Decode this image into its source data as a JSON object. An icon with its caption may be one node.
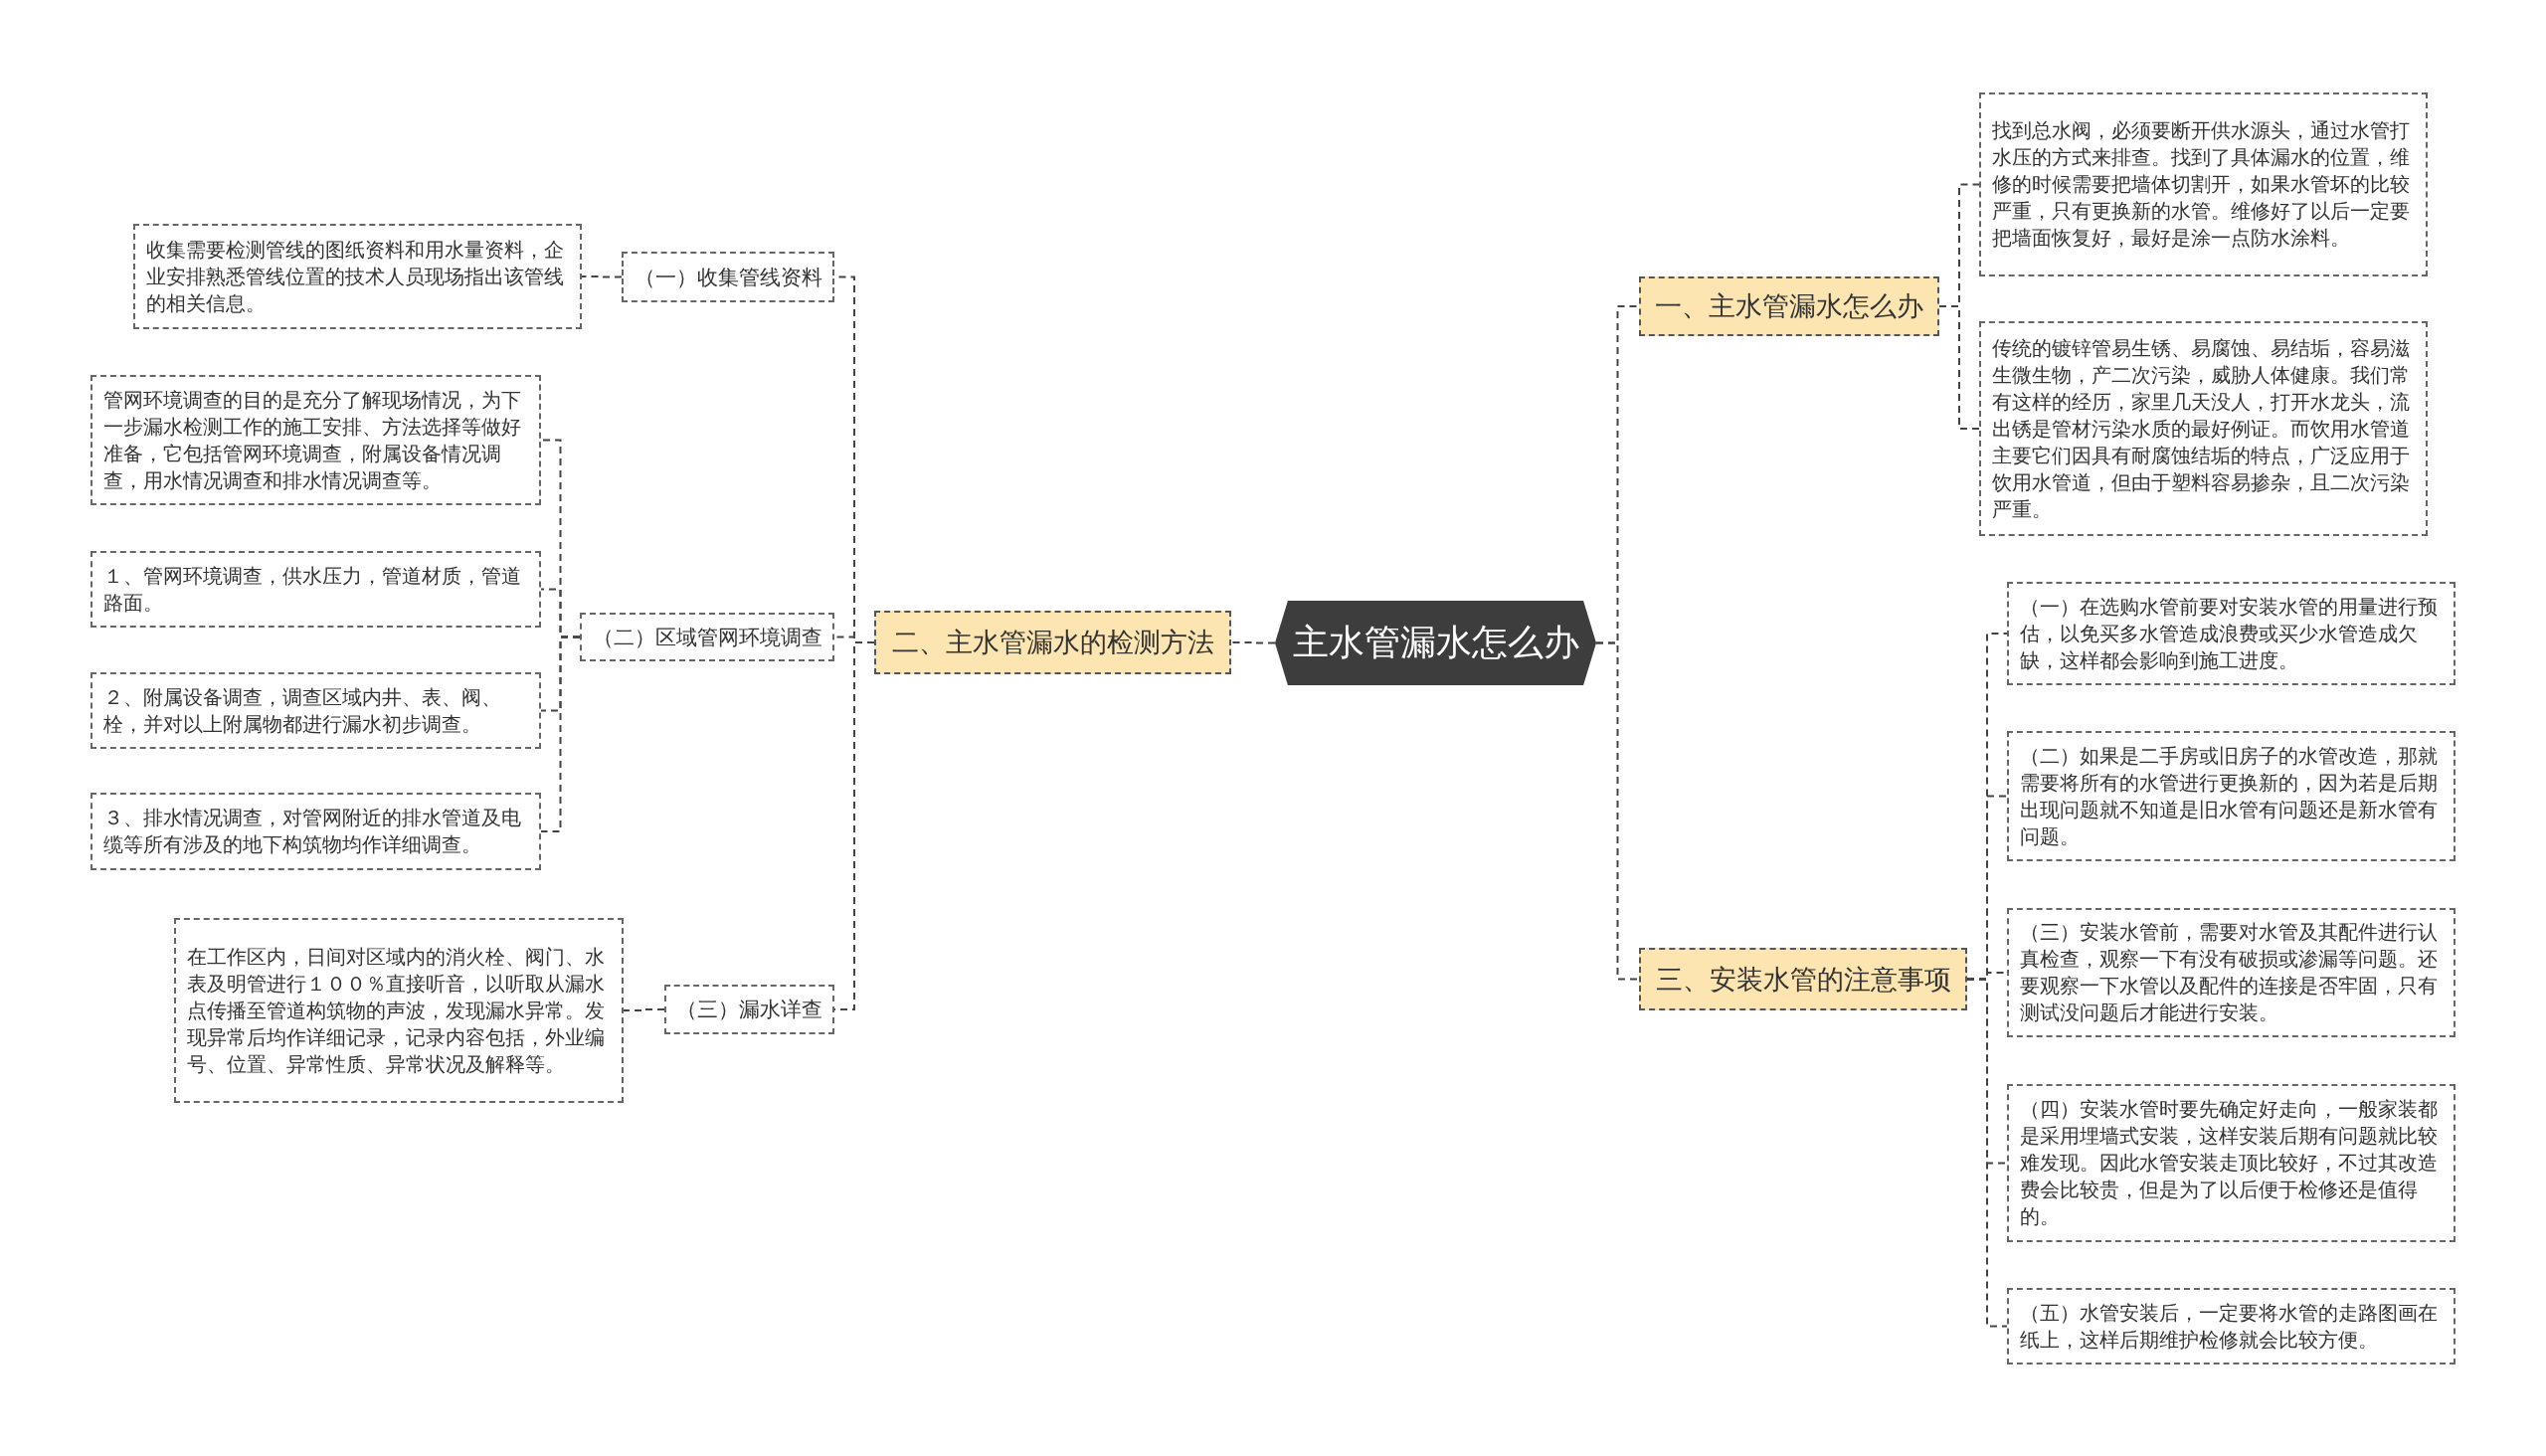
{
  "diagram": {
    "nodes": [
      {
        "text": [
          "主水管漏水怎么办"
        ]
      },
      {
        "text": [
          "一、主水管漏水怎么办"
        ]
      },
      {
        "text": [
          "找到总水阀，必须要断开供水源头，通过水管打水压的方式来排查。找到了具体漏水的位置，维修的时候需要把墙体切割开，如果水管坏的比较严重，只有更换新的水管。维修好了以后一定要把墙面恢复好，最好是涂一点防水涂料。"
        ]
      },
      {
        "text": [
          "传统的镀锌管易生锈、易腐蚀、易结垢，容易滋生微生物，产二次污染，威胁人体健康。我们常有这样的经历，家里几天没人，打开水龙头，流出锈是管材污染水质的最好例证。而饮用水管道主要它们因具有耐腐蚀结垢的特点，广泛应用于饮用水管道，但由于塑料容易掺杂，且二次污染严重。"
        ]
      },
      {
        "text": [
          "二、主水管漏水的检测方法"
        ]
      },
      {
        "text": [
          "（一）收集管线资料"
        ]
      },
      {
        "text": [
          "收集需要检测管线的图纸资料和用水量资料，企业安排熟悉管线位置的技术人员现场指出该管线的相关信息。"
        ]
      },
      {
        "text": [
          "（二）区域管网环境调查"
        ]
      },
      {
        "text": [
          "管网环境调查的目的是充分了解现场情况，为下一步漏水检测工作的施工安排、方法选择等做好准备，它包括管网环境调查，附属设备情况调查，用水情况调查和排水情况调查等。"
        ]
      },
      {
        "text": [
          "１、管网环境调查，供水压力，管道材质，管道路面。"
        ]
      },
      {
        "text": [
          "２、附属设备调查，调查区域内井、表、阀、栓，并对以上附属物都进行漏水初步调查。"
        ]
      },
      {
        "text": [
          "３、排水情况调查，对管网附近的排水管道及电缆等所有涉及的地下构筑物均作详细调查。"
        ]
      },
      {
        "text": [
          "（三）漏水详查"
        ]
      },
      {
        "text": [
          "在工作区内，日间对区域内的消火栓、阀门、水表及明管进行１００％直接听音，以听取从漏水点传播至管道构筑物的声波，发现漏水异常。发现异常后均作详细记录，记录内容包括，外业编号、位置、异常性质、异常状况及解释等。"
        ]
      },
      {
        "text": [
          "三、安装水管的注意事项"
        ]
      },
      {
        "text": [
          "（一）在选购水管前要对安装水管的用量进行预估，以免买多水管造成浪费或买少水管造成欠缺，这样都会影响到施工进度。"
        ]
      },
      {
        "text": [
          "（二）如果是二手房或旧房子的水管改造，那就需要将所有的水管进行更换新的，因为若是后期出现问题就不知道是旧水管有问题还是新水管有问题。"
        ]
      },
      {
        "text": [
          "（三）安装水管前，需要对水管及其配件进行认真检查，观察一下有没有破损或渗漏等问题。还要观察一下水管以及配件的连接是否牢固，只有测试没问题后才能进行安装。"
        ]
      },
      {
        "text": [
          "（四）安装水管时要先确定好走向，一般家装都是采用埋墙式安装，这样安装后期有问题就比较难发现。因此水管安装走顶比较好，不过其改造费会比较贵，但是为了以后便于检修还是值得的。"
        ]
      },
      {
        "text": [
          "（五）水管安装后，一定要将水管的走路图画在纸上，这样后期维护检修就会比较方便。"
        ]
      }
    ],
    "edges": [
      {
        "from": 0,
        "to": 1,
        "arrow": "none"
      },
      {
        "from": 0,
        "to": 4,
        "arrow": "none"
      },
      {
        "from": 0,
        "to": 14,
        "arrow": "none"
      },
      {
        "from": 1,
        "to": 2,
        "arrow": "none"
      },
      {
        "from": 1,
        "to": 3,
        "arrow": "none"
      },
      {
        "from": 4,
        "to": 5,
        "arrow": "none"
      },
      {
        "from": 4,
        "to": 7,
        "arrow": "none"
      },
      {
        "from": 4,
        "to": 12,
        "arrow": "none"
      },
      {
        "from": 5,
        "to": 6,
        "arrow": "none"
      },
      {
        "from": 7,
        "to": 8,
        "arrow": "none"
      },
      {
        "from": 7,
        "to": 9,
        "arrow": "none"
      },
      {
        "from": 7,
        "to": 10,
        "arrow": "none"
      },
      {
        "from": 7,
        "to": 11,
        "arrow": "none"
      },
      {
        "from": 12,
        "to": 13,
        "arrow": "none"
      },
      {
        "from": 14,
        "to": 15,
        "arrow": "none"
      },
      {
        "from": 14,
        "to": 16,
        "arrow": "none"
      },
      {
        "from": 14,
        "to": 17,
        "arrow": "none"
      },
      {
        "from": 14,
        "to": 18,
        "arrow": "none"
      },
      {
        "from": 14,
        "to": 19,
        "arrow": "none"
      }
    ]
  }
}
